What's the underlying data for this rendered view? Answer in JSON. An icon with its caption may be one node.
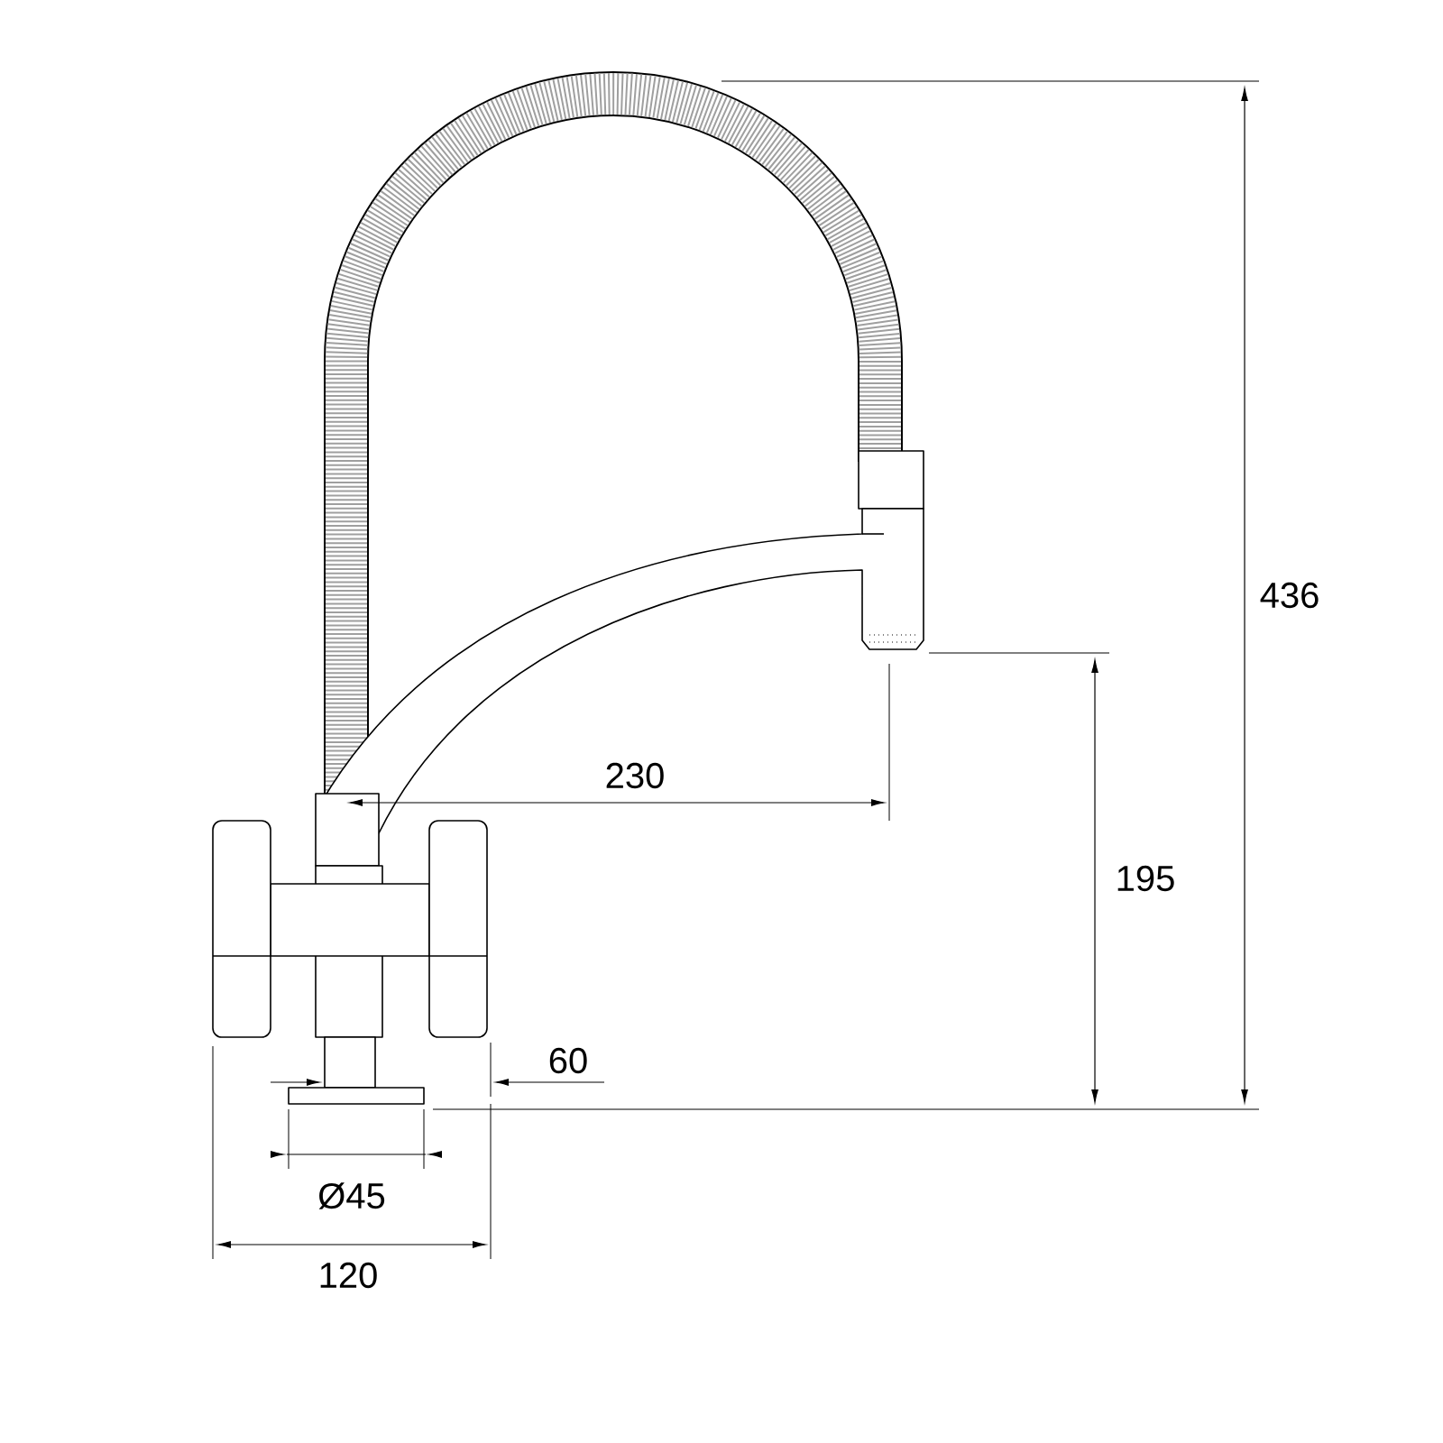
{
  "diagram": {
    "labels": [
      "436",
      "230",
      "195",
      "60",
      "Ø45",
      "120"
    ]
  }
}
